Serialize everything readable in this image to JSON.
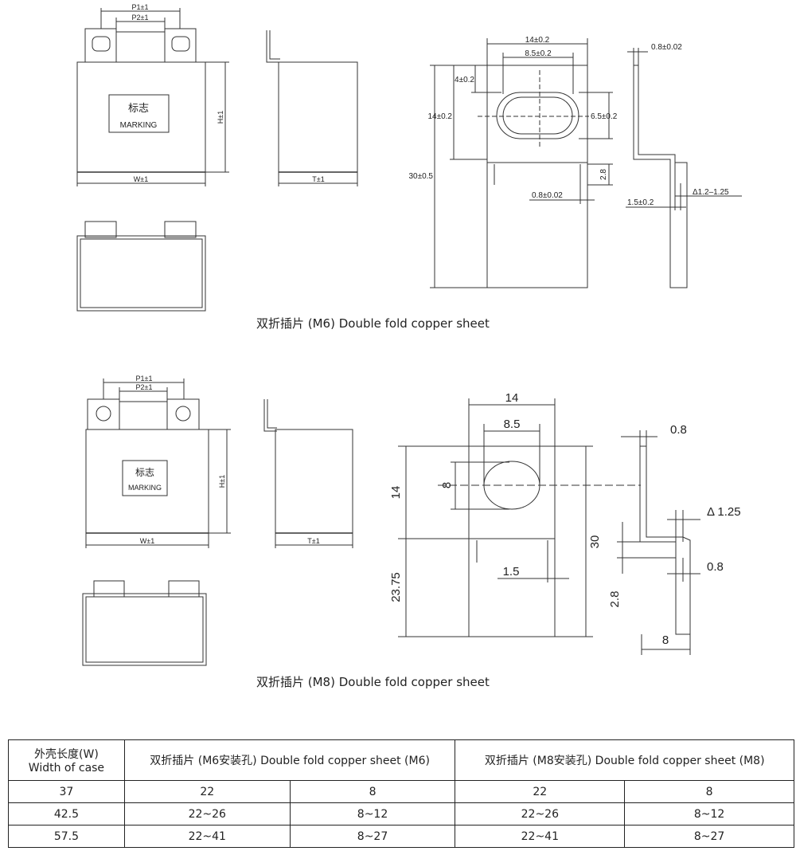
{
  "top": {
    "caption": "双折插片 (M6) Double fold copper sheet",
    "labels": {
      "p1": "P1±1",
      "p2": "P2±1",
      "h": "H±1",
      "w": "W±1",
      "t": "T±1",
      "marking_cn": "标志",
      "marking_en": "MARKING",
      "d_14w": "14±0.2",
      "d_85": "8.5±0.2",
      "d_4": "4±0.2",
      "d_14h": "14±0.2",
      "d_65": "6.5±0.2",
      "d_30": "30±0.5",
      "d_28": "2.8",
      "d_08a": "0.8±0.02",
      "d_08b": "0.8±0.02",
      "d_15": "1.5±0.2",
      "d_delta": "Δ1.2–1.25"
    }
  },
  "bottom": {
    "caption": "双折插片 (M8) Double fold copper sheet",
    "labels": {
      "p1": "P1±1",
      "p2": "P2±1",
      "h": "H±1",
      "w": "W±1",
      "t": "T±1",
      "marking_cn": "标志",
      "marking_en": "MARKING",
      "d_14w": "14",
      "d_85": "8.5",
      "d_8": "8",
      "d_14h": "14",
      "d_2375": "23.75",
      "d_30": "30",
      "d_15": "1.5",
      "d_08a": "0.8",
      "d_delta": "Δ 1.25",
      "d_08b": "0.8",
      "d_28": "2.8",
      "d_8b": "8"
    }
  },
  "table": {
    "h_width_cn": "外壳长度(W)",
    "h_width_en": "Width of case",
    "h_m6": "双折插片 (M6安装孔) Double fold copper sheet (M6)",
    "h_m8": "双折插片 (M8安装孔) Double fold copper sheet (M8)",
    "rows": [
      [
        "37",
        "22",
        "8",
        "22",
        "8"
      ],
      [
        "42.5",
        "22~26",
        "8~12",
        "22~26",
        "8~12"
      ],
      [
        "57.5",
        "22~41",
        "8~27",
        "22~41",
        "8~27"
      ]
    ]
  }
}
